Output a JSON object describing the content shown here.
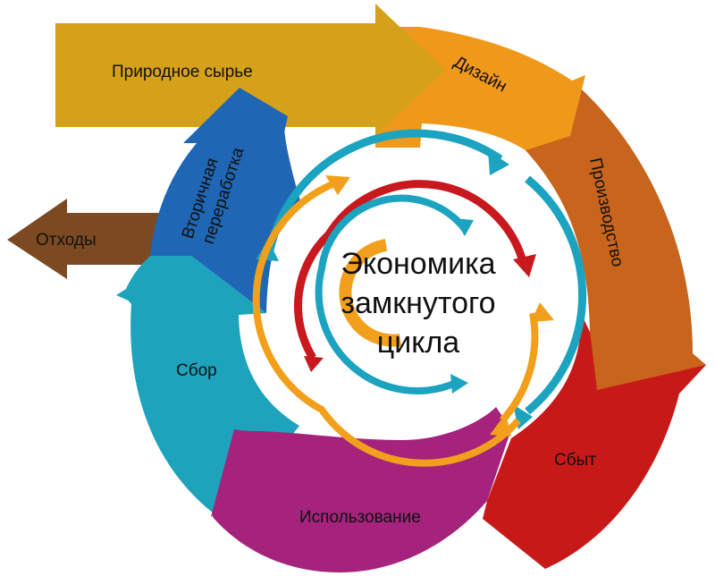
{
  "diagram": {
    "center_title": [
      "Экономика",
      "замкнутого",
      "цикла"
    ],
    "stages": {
      "raw_materials": "Природное сырье",
      "design": "Дизайн",
      "production": "Производство",
      "sales": "Сбыт",
      "usage": "Использование",
      "collection": "Сбор",
      "recycling": [
        "Вторичная",
        "переработка"
      ],
      "waste": "Отходы"
    },
    "colors": {
      "raw_materials": "#d5a11a",
      "design": "#f0981a",
      "production": "#c8641c",
      "sales": "#c81919",
      "usage": "#a5227d",
      "collection": "#1ea3bd",
      "recycling": "#1f66b4",
      "waste": "#7b4a22",
      "inner_teal": "#1ba3c0",
      "inner_orange": "#f2a01c",
      "inner_red": "#c8191e"
    }
  }
}
